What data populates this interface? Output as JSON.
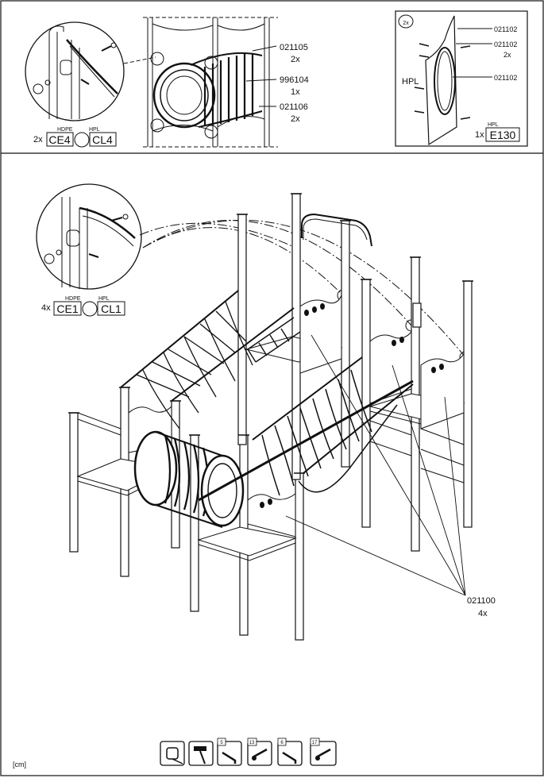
{
  "top_left": {
    "qty": "2x",
    "hdpe_label": "HDPE",
    "hpl_label": "HPL",
    "hdpe_code": "CE4",
    "hpl_code": "CL4"
  },
  "top_middle": {
    "callouts": [
      {
        "part": "021105",
        "qty": "2x"
      },
      {
        "part": "996104",
        "qty": "1x"
      },
      {
        "part": "021106",
        "qty": "2x"
      }
    ]
  },
  "top_right": {
    "badge": "2x",
    "material": "HPL",
    "callouts": [
      {
        "part": "021102",
        "qty": ""
      },
      {
        "part": "021102",
        "qty": "2x"
      },
      {
        "part": "021102",
        "qty": ""
      }
    ],
    "code_qty": "1x",
    "code_hpl_label": "HPL",
    "code": "E130"
  },
  "main_detail": {
    "qty": "4x",
    "hdpe_label": "HDPE",
    "hpl_label": "HPL",
    "hdpe_code": "CE1",
    "hpl_code": "CL1"
  },
  "main_callout": {
    "part": "021100",
    "qty": "4x"
  },
  "footer": {
    "unit": "[cm]",
    "tools": [
      {
        "icon": "tape-measure-icon",
        "size": ""
      },
      {
        "icon": "hammer-icon",
        "size": ""
      },
      {
        "icon": "hex-key-icon",
        "size": "5"
      },
      {
        "icon": "wrench-icon",
        "size": "13"
      },
      {
        "icon": "hex-key-icon",
        "size": "6"
      },
      {
        "icon": "wrench-icon",
        "size": "17"
      }
    ]
  }
}
